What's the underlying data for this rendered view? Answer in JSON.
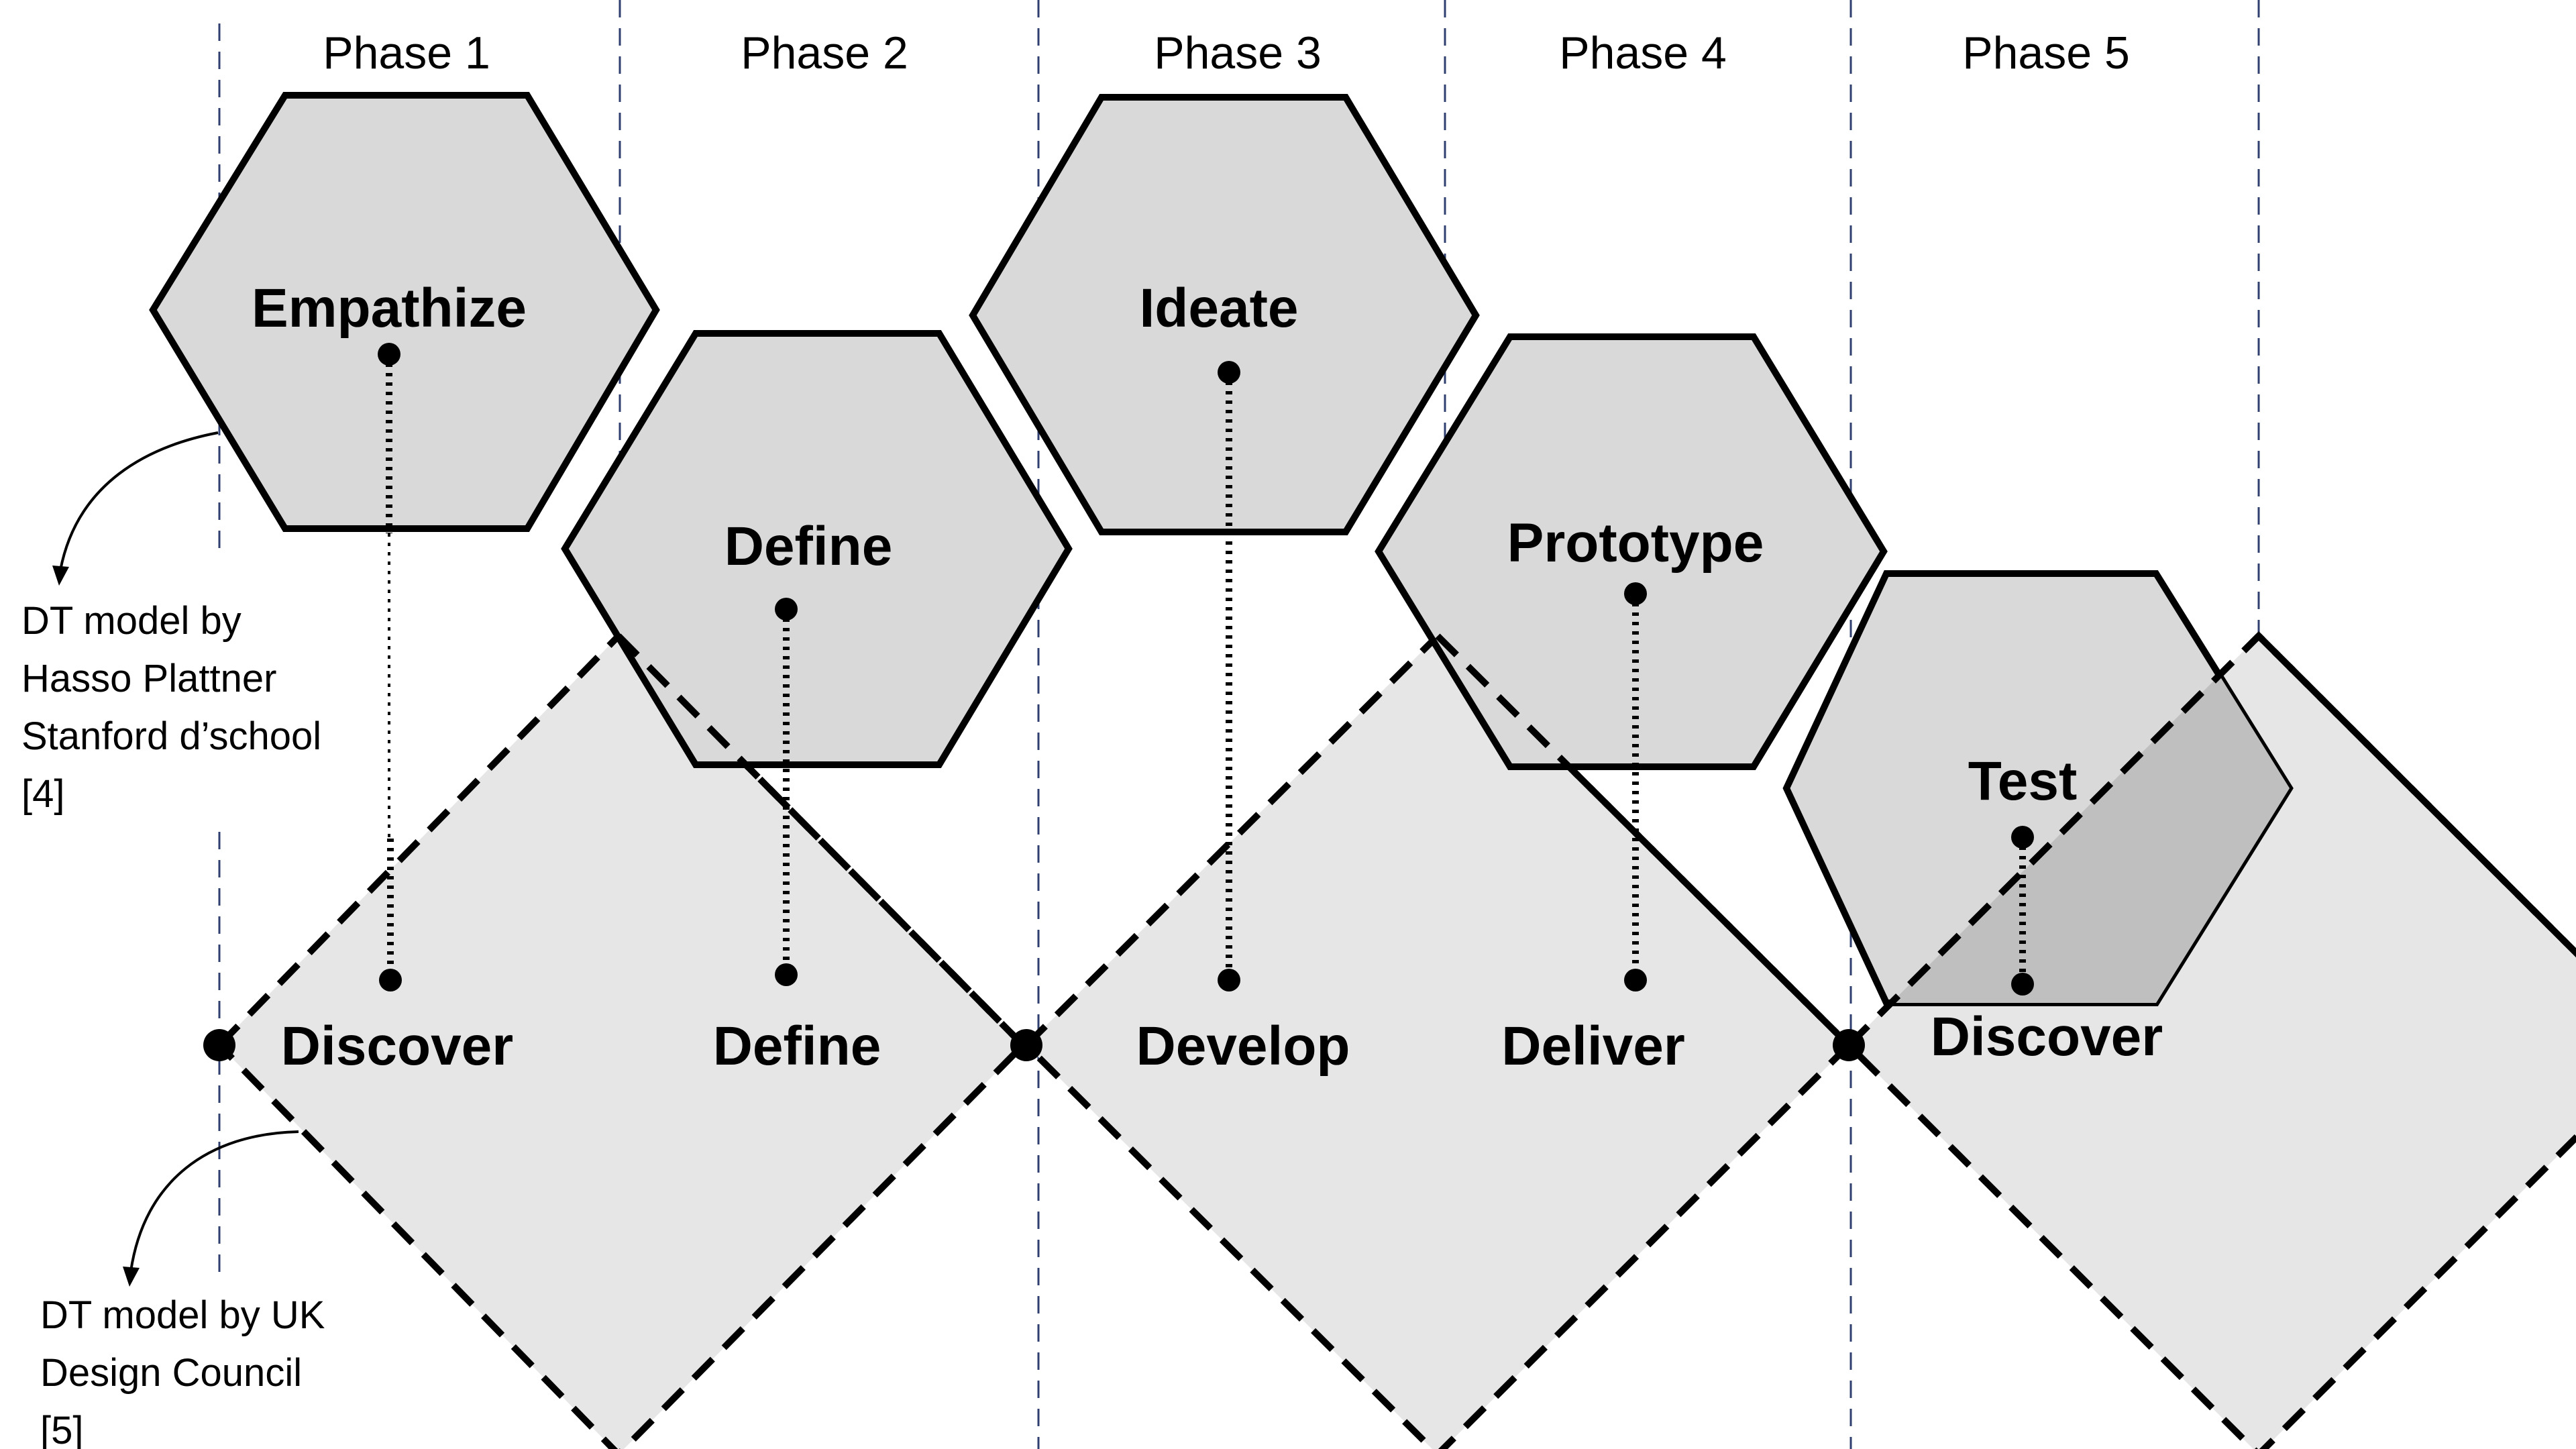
{
  "phases": [
    "Phase 1",
    "Phase 2",
    "Phase 3",
    "Phase 4",
    "Phase 5"
  ],
  "hexagons": [
    "Empathize",
    "Define",
    "Ideate",
    "Prototype",
    "Test"
  ],
  "diamonds": [
    "Discover",
    "Define",
    "Develop",
    "Deliver",
    "Discover"
  ],
  "notes": {
    "stanford": [
      "DT model by",
      "Hasso Plattner",
      "Stanford d’school",
      "[4]"
    ],
    "uk": [
      "DT model by UK",
      "Design Council",
      "[5]"
    ]
  },
  "colors": {
    "hex_fill": "#d9d9d9",
    "diamond_fill": "#e6e6e6",
    "overlap_fill": "#bfbfbf",
    "guide_line": "#2f3f6f",
    "outline": "#000000"
  }
}
